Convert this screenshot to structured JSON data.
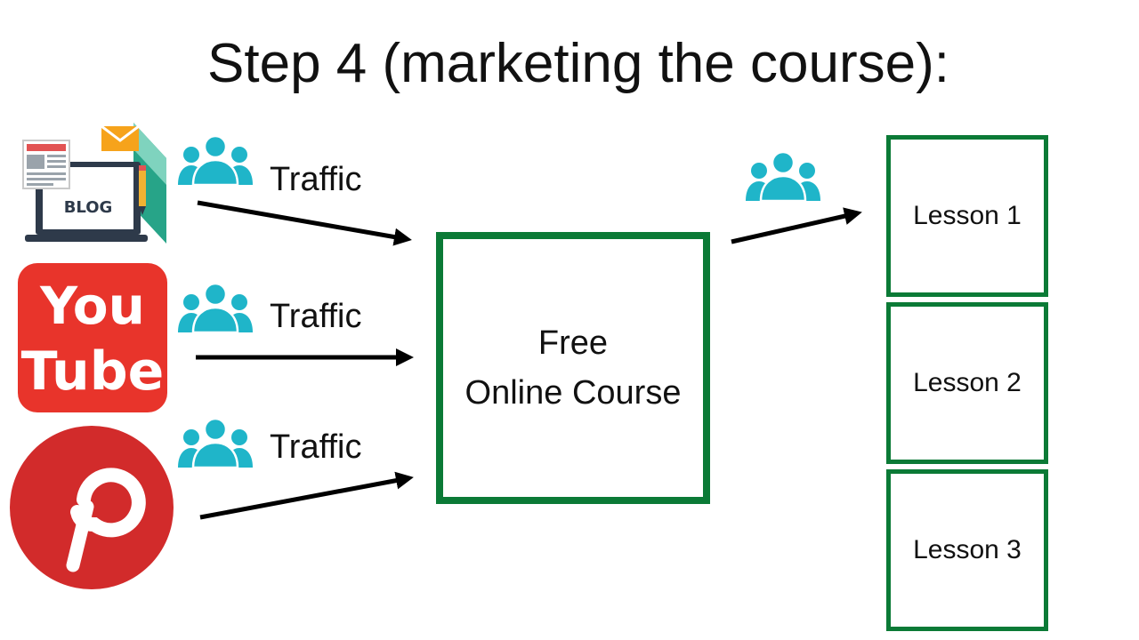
{
  "title": "Step 4 (marketing the course):",
  "sources": [
    {
      "name": "blog",
      "label": "BLOG",
      "traffic_label": "Traffic"
    },
    {
      "name": "youtube",
      "label_top": "You",
      "label_bottom": "Tube",
      "traffic_label": "Traffic"
    },
    {
      "name": "pinterest",
      "traffic_label": "Traffic"
    }
  ],
  "course": {
    "line1": "Free",
    "line2": "Online Course"
  },
  "lessons": [
    "Lesson 1",
    "Lesson 2",
    "Lesson 3"
  ],
  "colors": {
    "box_border": "#0b7a36",
    "people_icon": "#1fb5c9",
    "youtube_red": "#e8342b",
    "pinterest_red": "#d22b2b",
    "arrow": "#000000"
  },
  "icons": [
    "people-icon",
    "blog-laptop-icon",
    "youtube-logo-icon",
    "pinterest-logo-icon",
    "arrow-icon"
  ]
}
